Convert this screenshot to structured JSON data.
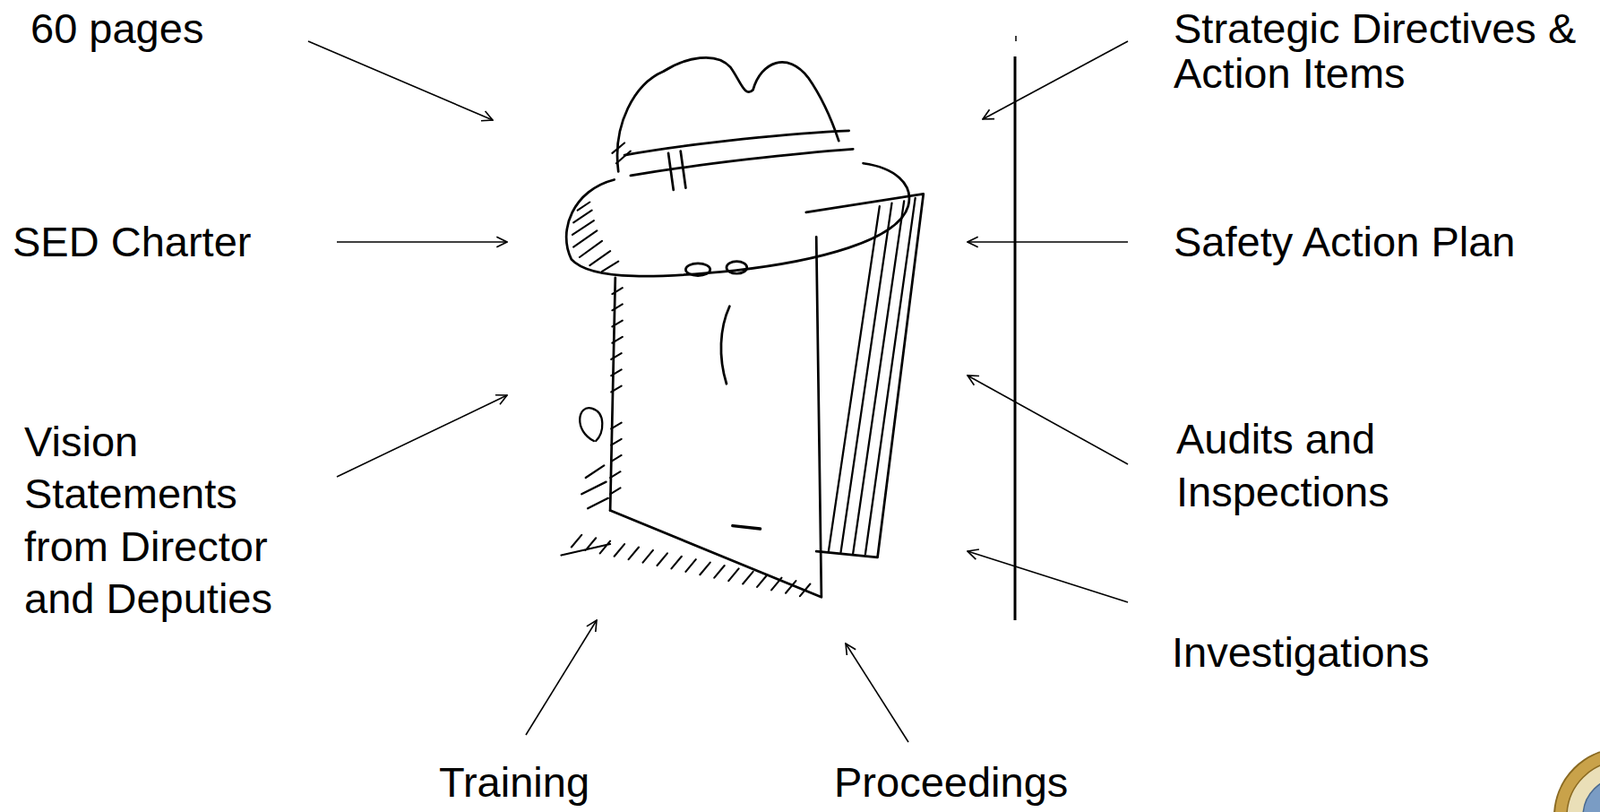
{
  "diagram": {
    "labels": [
      "60 pages",
      "SED Charter",
      "Vision Statements from Director and Deputies",
      "Training",
      "Proceedings",
      "Strategic Directives & Action Items",
      "Safety Action Plan",
      "Audits and Inspections",
      "Investigations"
    ]
  }
}
